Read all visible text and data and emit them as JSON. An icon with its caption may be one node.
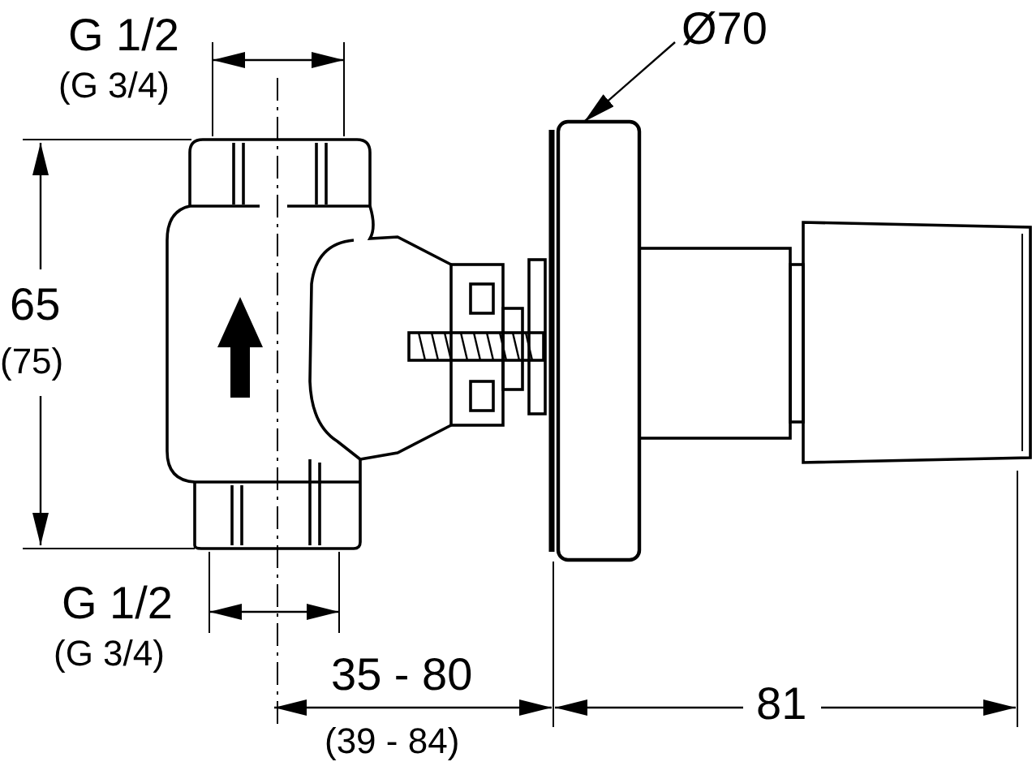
{
  "diagram": {
    "nodes": [
      {
        "text": [
          "Ø70"
        ]
      },
      {
        "text": [],
        "shape": "box"
      }
    ],
    "edges": [
      {
        "from": 0,
        "to": 1,
        "arrow": "to"
      }
    ],
    "labels": [
      "G 1/2",
      "(G 3/4)",
      "65",
      "(75)",
      "G 1/2",
      "(G 3/4)",
      "35 - 80",
      "(39 - 84)",
      "81"
    ]
  }
}
